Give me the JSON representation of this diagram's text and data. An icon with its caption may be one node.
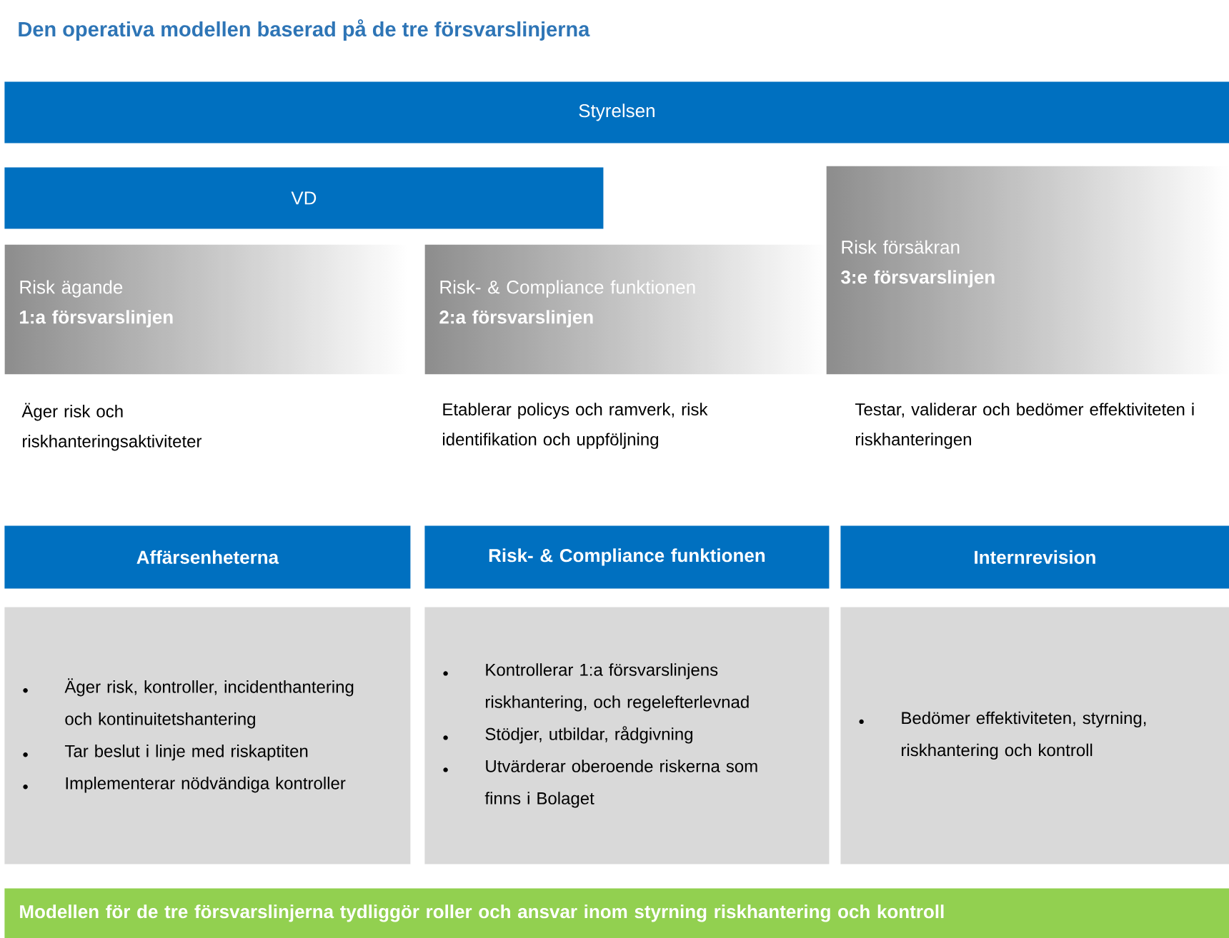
{
  "diagram": {
    "title": "Den operativa modellen baserad på de tre försvarslinjerna",
    "nodes": [
      {
        "text": [
          "Styrelsen"
        ]
      },
      {
        "text": [
          "VD"
        ]
      },
      {
        "text": [
          "Risk ägande",
          "1:a försvarslinjen"
        ],
        "beside": [
          "Äger risk och riskhanteringsaktiviteter"
        ]
      },
      {
        "text": [
          "Risk- & Compliance funktionen",
          "2:a försvarslinjen"
        ],
        "beside": [
          "Etablerar policys och ramverk, risk identifikation och uppföljning"
        ]
      },
      {
        "text": [
          "Risk försäkran",
          "3:e försvarslinjen"
        ],
        "beside": [
          "Testar, validerar och bedömer effektiviteten i riskhanteringen"
        ]
      },
      {
        "text": [
          "Affärsenheterna"
        ]
      },
      {
        "text": [
          "Risk- & Compliance funktionen"
        ]
      },
      {
        "text": [
          "Internrevision"
        ]
      },
      {
        "text": [
          "Äger risk, kontroller, incidenthantering och kontinuitetshantering",
          "Tar beslut i linje med riskaptiten",
          "Implementerar nödvändiga kontroller"
        ]
      },
      {
        "text": [
          "Kontrollerar 1:a försvarslinjens riskhantering, och regelefterlevnad",
          "Stödjer, utbildar, rådgivning",
          "Utvärderar oberoende riskerna som finns i Bolaget"
        ]
      },
      {
        "text": [
          "Bedömer effektiviteten, styrning, riskhantering och kontroll"
        ]
      },
      {
        "text": [
          "Modellen för de tre försvarslinjerna tydliggör roller och ansvar inom styrning riskhantering och kontroll"
        ]
      }
    ]
  }
}
